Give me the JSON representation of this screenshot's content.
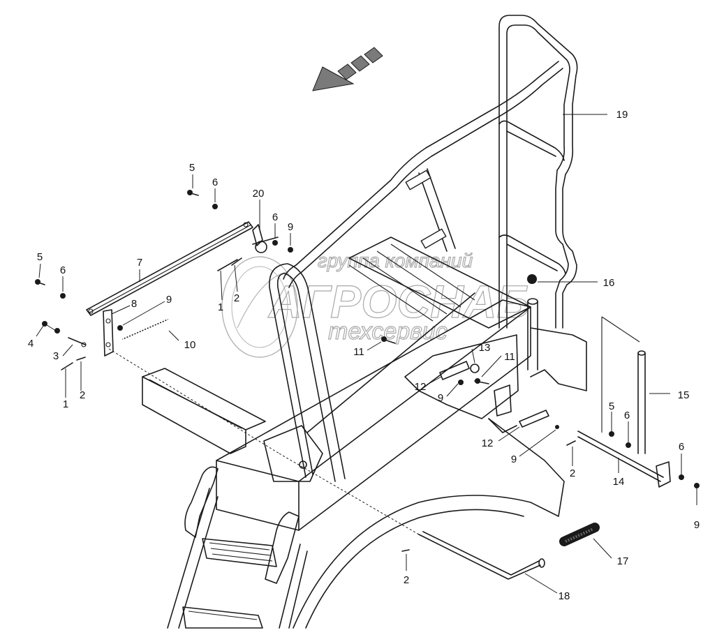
{
  "watermark": {
    "line1": "группа компаний",
    "line2": "АГРОСНАБ",
    "line3": "техсервис"
  },
  "callouts": [
    {
      "id": "c5a",
      "text": "5"
    },
    {
      "id": "c6a",
      "text": "6"
    },
    {
      "id": "c20",
      "text": "20"
    },
    {
      "id": "c6b",
      "text": "6"
    },
    {
      "id": "c9a",
      "text": "9"
    },
    {
      "id": "c5b",
      "text": "5"
    },
    {
      "id": "c6c",
      "text": "6"
    },
    {
      "id": "c7",
      "text": "7"
    },
    {
      "id": "c8",
      "text": "8"
    },
    {
      "id": "c9b",
      "text": "9"
    },
    {
      "id": "c4",
      "text": "4"
    },
    {
      "id": "c3",
      "text": "3"
    },
    {
      "id": "c10",
      "text": "10"
    },
    {
      "id": "c1a",
      "text": "1"
    },
    {
      "id": "c2a",
      "text": "2"
    },
    {
      "id": "c1b",
      "text": "1"
    },
    {
      "id": "c2b",
      "text": "2"
    },
    {
      "id": "c19",
      "text": "19"
    },
    {
      "id": "c16",
      "text": "16"
    },
    {
      "id": "c11a",
      "text": "11"
    },
    {
      "id": "c13",
      "text": "13"
    },
    {
      "id": "c11b",
      "text": "11"
    },
    {
      "id": "c12a",
      "text": "12"
    },
    {
      "id": "c9c",
      "text": "9"
    },
    {
      "id": "c15",
      "text": "15"
    },
    {
      "id": "c5c",
      "text": "5"
    },
    {
      "id": "c6d",
      "text": "6"
    },
    {
      "id": "c6e",
      "text": "6"
    },
    {
      "id": "c12b",
      "text": "12"
    },
    {
      "id": "c9d",
      "text": "9"
    },
    {
      "id": "c2c",
      "text": "2"
    },
    {
      "id": "c14",
      "text": "14"
    },
    {
      "id": "c9e",
      "text": "9"
    },
    {
      "id": "c17",
      "text": "17"
    },
    {
      "id": "c2d",
      "text": "2"
    },
    {
      "id": "c18",
      "text": "18"
    }
  ]
}
